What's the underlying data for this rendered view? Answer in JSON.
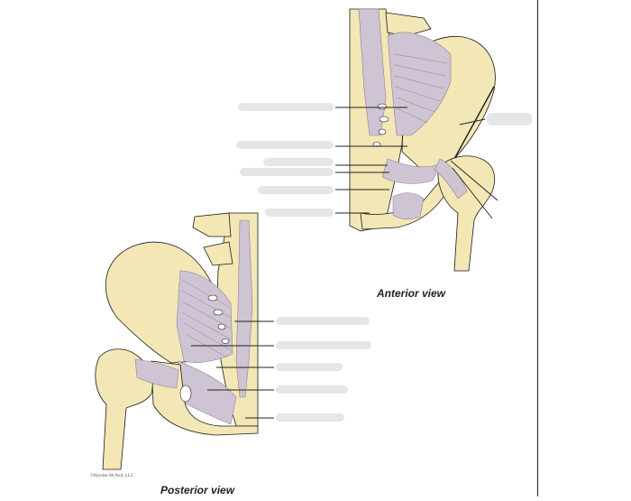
{
  "figure": {
    "anterior_caption": "Anterior view",
    "posterior_caption": "Posterior view",
    "copyright": "©Hayden-McNeil, LLC"
  },
  "colors": {
    "bone": "#f3e7b6",
    "bone_outline": "#1a1a1a",
    "ligament": "#cfc4d3",
    "ligament_line": "#8e8396",
    "label_blank": "#e6e6e6",
    "leader_line": "#222222"
  }
}
